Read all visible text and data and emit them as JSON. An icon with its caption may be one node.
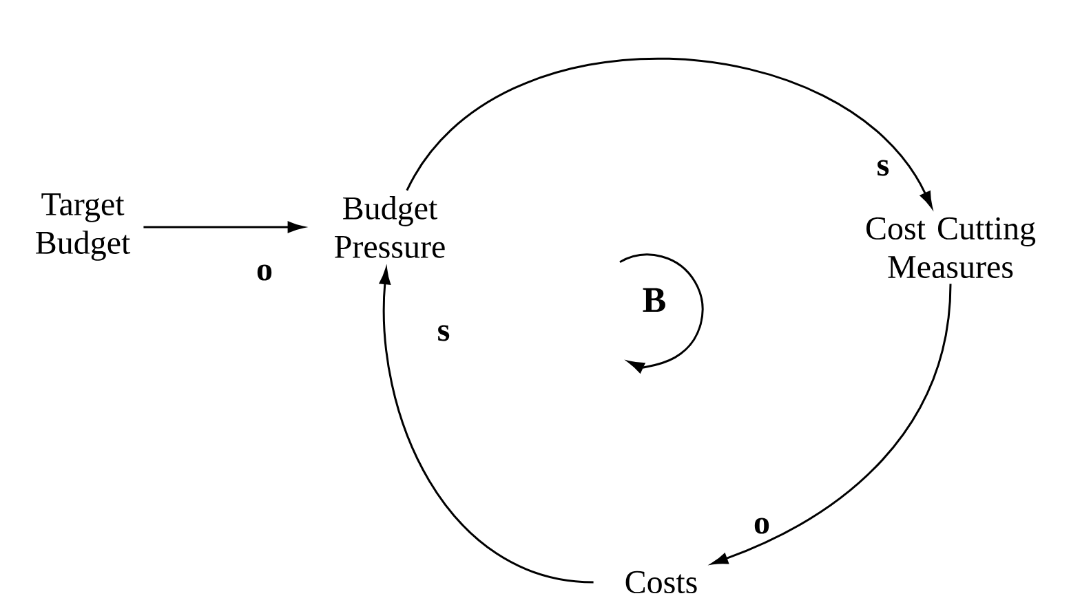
{
  "diagram": {
    "nodes": [
      {
        "text": [
          "Target Budget"
        ]
      },
      {
        "text": [
          "Budget Pressure"
        ]
      },
      {
        "text": [
          "Cost Cutting Measures"
        ]
      },
      {
        "text": [
          "Costs"
        ]
      }
    ],
    "edges": [
      {
        "from": 0,
        "to": 1,
        "arrow": "to",
        "label": "o"
      },
      {
        "from": 1,
        "to": 2,
        "arrow": "to",
        "label": "s"
      },
      {
        "from": 2,
        "to": 3,
        "arrow": "to",
        "label": "o"
      },
      {
        "from": 3,
        "to": 1,
        "arrow": "to",
        "label": "s"
      }
    ],
    "labels": [
      "B"
    ]
  }
}
